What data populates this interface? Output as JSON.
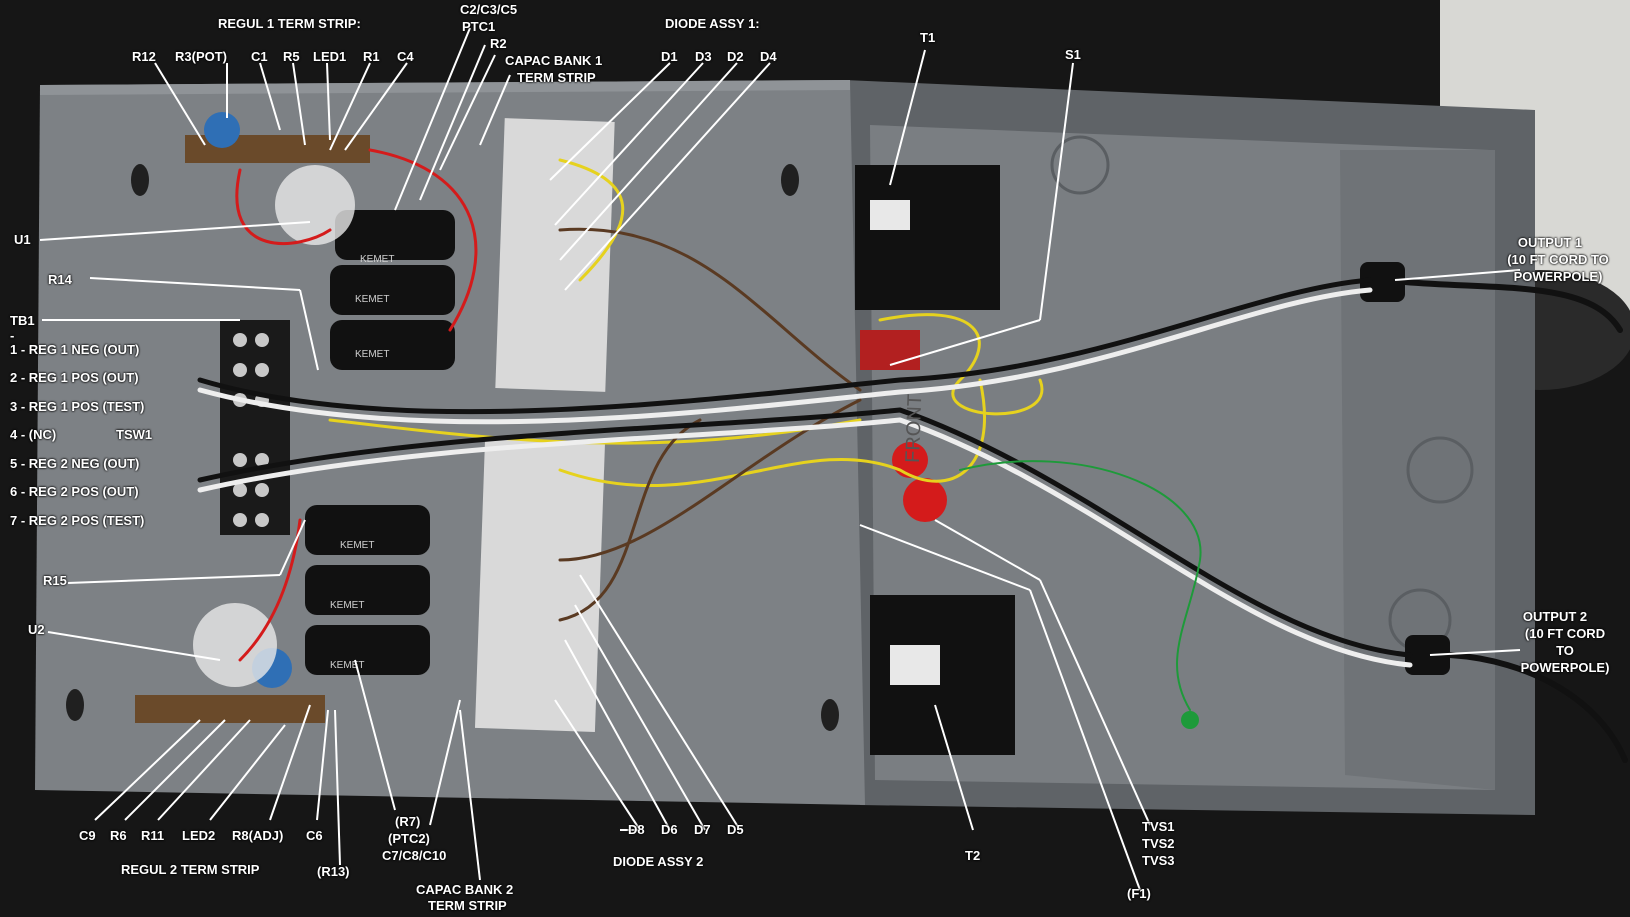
{
  "labels": {
    "regul1_term_strip": "REGUL 1 TERM STRIP:",
    "c2c3c5": "C2/C3/C5",
    "ptc1": "PTC1",
    "r2": "R2",
    "capac_bank1": "CAPAC BANK 1",
    "term_strip1": "TERM STRIP",
    "diode_assy1": "DIODE ASSY 1:",
    "t1": "T1",
    "s1": "S1",
    "r12": "R12",
    "r3pot": "R3(POT)",
    "c1": "C1",
    "r5": "R5",
    "led1": "LED1",
    "r1": "R1",
    "c4": "C4",
    "d1": "D1",
    "d3": "D3",
    "d2": "D2",
    "d4": "D4",
    "u1": "U1",
    "r14": "R14",
    "tb1": "TB1",
    "dash": "-",
    "tb_1": "1 - REG 1 NEG (OUT)",
    "tb_2": "2 - REG 1 POS (OUT)",
    "tb_3": "3 - REG 1 POS (TEST)",
    "tb_4": "4 - (NC)",
    "tsw1": "TSW1",
    "tb_5": "5 - REG 2 NEG (OUT)",
    "tb_6": "6 - REG 2 POS (OUT)",
    "tb_7": "7 - REG 2 POS (TEST)",
    "r15": "R15",
    "u2": "U2",
    "output1_a": "OUTPUT 1",
    "output1_b": "(10 FT CORD TO",
    "output1_c": "POWERPOLE)",
    "output2_a": "OUTPUT  2",
    "output2_b": "(10 FT CORD",
    "output2_c": "TO",
    "output2_d": "POWERPOLE)",
    "c9": "C9",
    "r6": "R6",
    "r11": "R11",
    "led2": "LED2",
    "r8adj": "R8(ADJ)",
    "c6": "C6",
    "r7": "(R7)",
    "ptc2": "(PTC2)",
    "c7c8c10": "C7/C8/C10",
    "regul2_term_strip": "REGUL 2 TERM STRIP",
    "r13": "(R13)",
    "capac_bank2": "CAPAC BANK 2",
    "term_strip2": "TERM STRIP",
    "d8": "D8",
    "d6": "D6",
    "d7": "D7",
    "d5": "D5",
    "diode_assy2": "DIODE ASSY 2",
    "t2": "T2",
    "tvs1": "TVS1",
    "tvs2": "TVS2",
    "tvs3": "TVS3",
    "f1": "(F1)"
  },
  "component_text": {
    "capacitor_brand": "KEMET",
    "panel_marking": "FRONT"
  },
  "colors": {
    "panel": "#7d8185",
    "box": "#6e7276",
    "label_text": "#ffffff",
    "leader": "#ffffff",
    "wire_red": "#d41b1b",
    "wire_yellow": "#e6d21e",
    "wire_brown": "#5a3a22",
    "wire_black": "#111111",
    "wire_white": "#eeeeee",
    "wire_green": "#1e9a3a"
  }
}
